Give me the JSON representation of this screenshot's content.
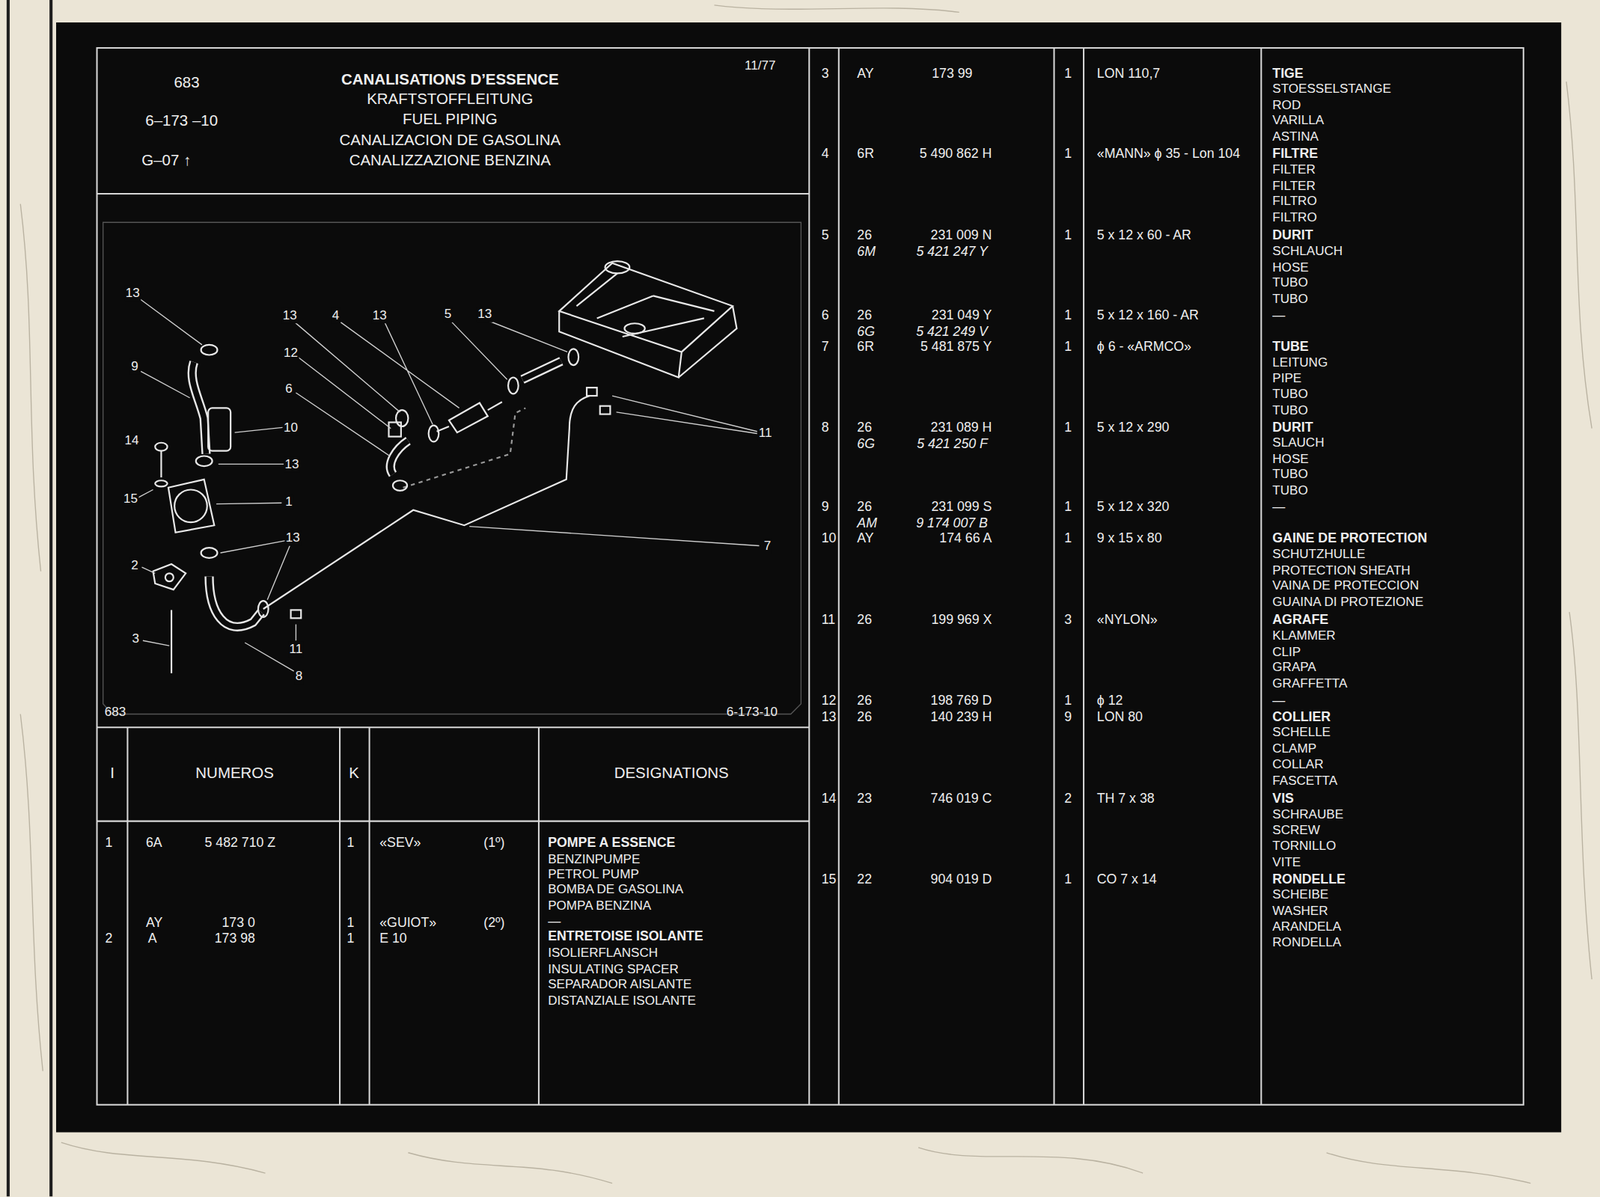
{
  "diagram": {
    "title": "CANALISATIONS D’ESSENCE",
    "labels": [
      "683",
      "6–173 –10",
      "G–07 ↑",
      "KRAFTSTOFFLEITUNG",
      "FUEL PIPING",
      "CANALIZACION DE GASOLINA",
      "CANALIZZAZIONE BENZINA",
      "11/77",
      "683",
      "6-173-10",
      "13",
      "13",
      "4",
      "13",
      "5",
      "13",
      "12",
      "9",
      "6",
      "10",
      "11",
      "14",
      "13",
      "15",
      "1",
      "13",
      "7",
      "2",
      "3",
      "11",
      "8",
      "I",
      "NUMEROS",
      "K",
      "DESIGNATIONS",
      "1",
      "6A",
      "5 482 710 Z",
      "1",
      "«SEV»",
      "(1º)",
      "POMPE A ESSENCE",
      "BENZINPUMPE",
      "PETROL PUMP",
      "BOMBA DE GASOLINA",
      "POMPA BENZINA",
      "—",
      "AY",
      "173 0",
      "1",
      "«GUIOT»",
      "(2º)",
      "2",
      "A",
      "173 98",
      "1",
      "E 10",
      "ENTRETOISE ISOLANTE",
      "ISOLIERFLANSCH",
      "INSULATING SPACER",
      "SEPARADOR AISLANTE",
      "DISTANZIALE ISOLANTE",
      "3",
      "AY",
      "173 99",
      "1",
      "LON 110,7",
      "TIGE",
      "STOESSELSTANGE",
      "ROD",
      "VARILLA",
      "ASTINA",
      "4",
      "6R",
      "5 490 862 H",
      "1",
      "«MANN» ϕ 35 - Lon 104",
      "FILTRE",
      "FILTER",
      "FILTER",
      "FILTRO",
      "FILTRO",
      "5",
      "26",
      "231 009 N",
      "6M",
      "5 421 247 Y",
      "1",
      "5 x 12 x 60 - AR",
      "DURIT",
      "SCHLAUCH",
      "HOSE",
      "TUBO",
      "TUBO",
      "6",
      "26",
      "231 049 Y",
      "6G",
      "5 421 249 V",
      "1",
      "5 x 12 x 160 - AR",
      "—",
      "7",
      "6R",
      "5 481 875 Y",
      "1",
      "ϕ 6 - «ARMCO»",
      "TUBE",
      "LEITUNG",
      "PIPE",
      "TUBO",
      "TUBO",
      "8",
      "26",
      "231 089 H",
      "6G",
      "5 421 250 F",
      "1",
      "5 x 12 x 290",
      "DURIT",
      "SLAUCH",
      "HOSE",
      "TUBO",
      "TUBO",
      "9",
      "26",
      "231 099 S",
      "AM",
      "9 174 007 B",
      "1",
      "5 x 12 x 320",
      "—",
      "10",
      "AY",
      "174 66 A",
      "1",
      "9 x 15 x 80",
      "GAINE DE PROTECTION",
      "SCHUTZHULLE",
      "PROTECTION SHEATH",
      "VAINA DE PROTECCION",
      "GUAINA DI PROTEZIONE",
      "11",
      "26",
      "199 969 X",
      "3",
      "«NYLON»",
      "AGRAFE",
      "KLAMMER",
      "CLIP",
      "GRAPA",
      "GRAFFETTA",
      "12",
      "26",
      "198 769 D",
      "1",
      "ϕ 12",
      "—",
      "13",
      "26",
      "140 239 H",
      "9",
      "LON 80",
      "COLLIER",
      "SCHELLE",
      "CLAMP",
      "COLLAR",
      "FASCETTA",
      "14",
      "23",
      "746 019 C",
      "2",
      "TH 7 x 38",
      "VIS",
      "SCHRAUBE",
      "SCREW",
      "TORNILLO",
      "VITE",
      "15",
      "22",
      "904 019 D",
      "1",
      "CO 7 x 14",
      "RONDELLE",
      "SCHEIBE",
      "WASHER",
      "ARANDELA",
      "RONDELLA"
    ]
  }
}
